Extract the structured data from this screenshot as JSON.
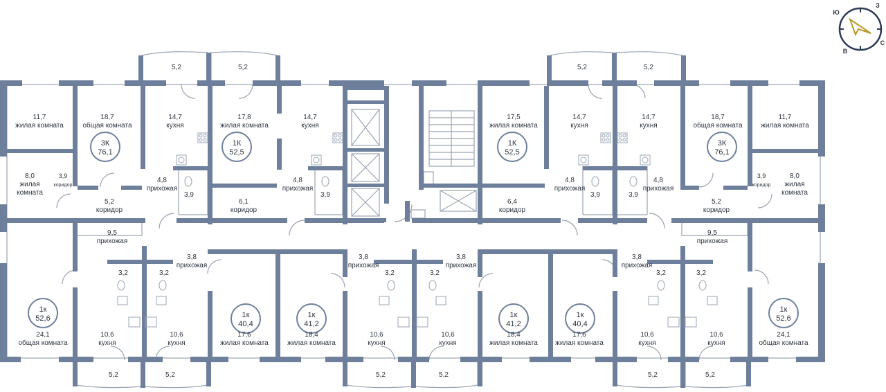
{
  "colors": {
    "wall": "#6e7f9c",
    "line": "#9aa4b4",
    "accent": "#b89a2a",
    "compass": "#2d3a55"
  },
  "compass": {
    "n": "Ю",
    "e": "З",
    "s": "С",
    "w": "В"
  },
  "apartments": [
    {
      "id": "a1",
      "type": "3К",
      "area": "76,1"
    },
    {
      "id": "a2",
      "type": "1К",
      "area": "52,5"
    },
    {
      "id": "a3",
      "type": "1К",
      "area": "52,5"
    },
    {
      "id": "a4",
      "type": "3К",
      "area": "76,1"
    },
    {
      "id": "a5",
      "type": "1к",
      "area": "52,6"
    },
    {
      "id": "a6",
      "type": "1к",
      "area": "40,4"
    },
    {
      "id": "a7",
      "type": "1к",
      "area": "41,2"
    },
    {
      "id": "a8",
      "type": "1к",
      "area": "41,2"
    },
    {
      "id": "a9",
      "type": "1к",
      "area": "40,4"
    },
    {
      "id": "a10",
      "type": "1к",
      "area": "52,6"
    }
  ],
  "rooms": [
    {
      "id": "r1",
      "area": "5,2",
      "name": ""
    },
    {
      "id": "r2",
      "area": "5,2",
      "name": ""
    },
    {
      "id": "r3",
      "area": "5,2",
      "name": ""
    },
    {
      "id": "r4",
      "area": "5,2",
      "name": ""
    },
    {
      "id": "r5",
      "area": "11,7",
      "name": "жилая комната"
    },
    {
      "id": "r6",
      "area": "18,7",
      "name": "общая комната"
    },
    {
      "id": "r7",
      "area": "14,7",
      "name": "кухня"
    },
    {
      "id": "r8",
      "area": "17,8",
      "name": "жилая комната"
    },
    {
      "id": "r9",
      "area": "14,7",
      "name": "кухня"
    },
    {
      "id": "r10",
      "area": "17,5",
      "name": "жилая комната"
    },
    {
      "id": "r11",
      "area": "14,7",
      "name": "кухня"
    },
    {
      "id": "r12",
      "area": "14,7",
      "name": "кухня"
    },
    {
      "id": "r13",
      "area": "18,7",
      "name": "общая комната"
    },
    {
      "id": "r14",
      "area": "11,7",
      "name": "жилая комната"
    },
    {
      "id": "r15",
      "area": "8,0",
      "name": "жилая\nкомната"
    },
    {
      "id": "r16",
      "area": "3,9",
      "name": "коридор"
    },
    {
      "id": "r17",
      "area": "4,8",
      "name": "прихожая"
    },
    {
      "id": "r18",
      "area": "4,8",
      "name": "прихожая"
    },
    {
      "id": "r19",
      "area": "4,8",
      "name": "прихожая"
    },
    {
      "id": "r20",
      "area": "4,8",
      "name": "прихожая"
    },
    {
      "id": "r21",
      "area": "3,9",
      "name": "коридор"
    },
    {
      "id": "r22",
      "area": "8,0",
      "name": "жилая\nкомната"
    },
    {
      "id": "r23",
      "area": "3,9",
      "name": ""
    },
    {
      "id": "r24",
      "area": "3,9",
      "name": ""
    },
    {
      "id": "r25",
      "area": "3,9",
      "name": ""
    },
    {
      "id": "r26",
      "area": "3,9",
      "name": ""
    },
    {
      "id": "r27",
      "area": "5,2",
      "name": "коридор"
    },
    {
      "id": "r28",
      "area": "6,1",
      "name": "коридор"
    },
    {
      "id": "r29",
      "area": "6,4",
      "name": "коридор"
    },
    {
      "id": "r30",
      "area": "5,2",
      "name": "коридор"
    },
    {
      "id": "r31",
      "area": "9,5",
      "name": "прихожая"
    },
    {
      "id": "r32",
      "area": "9,5",
      "name": "прихожая"
    },
    {
      "id": "r33",
      "area": "3,8",
      "name": "прихожая"
    },
    {
      "id": "r34",
      "area": "3,8",
      "name": "прихожая"
    },
    {
      "id": "r35",
      "area": "3,8",
      "name": "прихожая"
    },
    {
      "id": "r36",
      "area": "3,8",
      "name": "прихожая"
    },
    {
      "id": "r37",
      "area": "3,2",
      "name": ""
    },
    {
      "id": "r38",
      "area": "3,2",
      "name": ""
    },
    {
      "id": "r39",
      "area": "3,2",
      "name": ""
    },
    {
      "id": "r40",
      "area": "3,2",
      "name": ""
    },
    {
      "id": "r41",
      "area": "3,2",
      "name": ""
    },
    {
      "id": "r42",
      "area": "3,2",
      "name": ""
    },
    {
      "id": "r43",
      "area": "24,1",
      "name": "общая комната"
    },
    {
      "id": "r44",
      "area": "10,6",
      "name": "кухня"
    },
    {
      "id": "r45",
      "area": "10,6",
      "name": "кухня"
    },
    {
      "id": "r46",
      "area": "17,6",
      "name": "жилая комната"
    },
    {
      "id": "r47",
      "area": "18,4",
      "name": "жилая комната"
    },
    {
      "id": "r48",
      "area": "10,6",
      "name": "кухня"
    },
    {
      "id": "r49",
      "area": "10,6",
      "name": "кухня"
    },
    {
      "id": "r50",
      "area": "18,4",
      "name": "жилая комната"
    },
    {
      "id": "r51",
      "area": "17,6",
      "name": "жилая комната"
    },
    {
      "id": "r52",
      "area": "10,6",
      "name": "кухня"
    },
    {
      "id": "r53",
      "area": "10,6",
      "name": "кухня"
    },
    {
      "id": "r54",
      "area": "24,1",
      "name": "общая комната"
    },
    {
      "id": "r55",
      "area": "5,2",
      "name": ""
    },
    {
      "id": "r56",
      "area": "5,2",
      "name": ""
    },
    {
      "id": "r57",
      "area": "5,2",
      "name": ""
    },
    {
      "id": "r58",
      "area": "5,2",
      "name": ""
    },
    {
      "id": "r59",
      "area": "5,2",
      "name": ""
    },
    {
      "id": "r60",
      "area": "5,2",
      "name": ""
    }
  ]
}
